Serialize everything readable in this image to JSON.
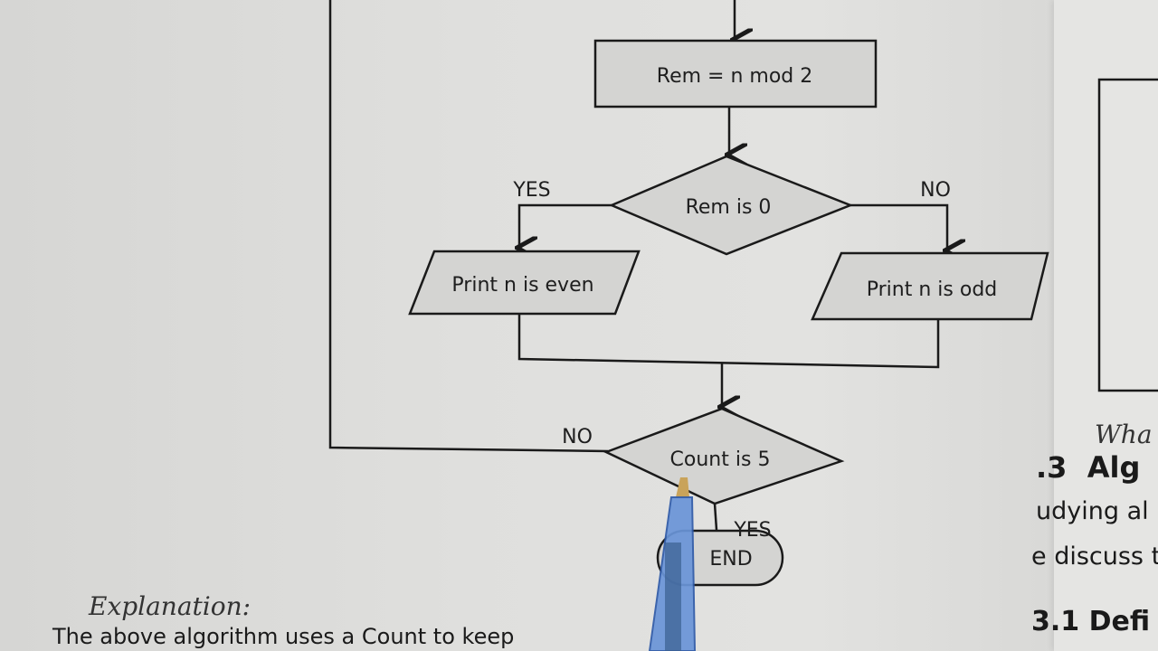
{
  "flowchart": {
    "process": "Rem = n mod 2",
    "decision1": "Rem is 0",
    "decision1_yes": "YES",
    "decision1_no": "NO",
    "output_even": "Print n is even",
    "output_odd": "Print n is odd",
    "decision2": "Count is 5",
    "decision2_no": "NO",
    "decision2_yes": "YES",
    "terminal": "END"
  },
  "page": {
    "handwritten_heading": "Explanation:",
    "body_line": "The above algorithm uses a Count to keep",
    "right_handwritten": "Wha",
    "right_heading": ".3  Alg",
    "right_line1": "udying al",
    "right_line2": "e discuss t",
    "right_subheading": "3.1 Defi"
  }
}
